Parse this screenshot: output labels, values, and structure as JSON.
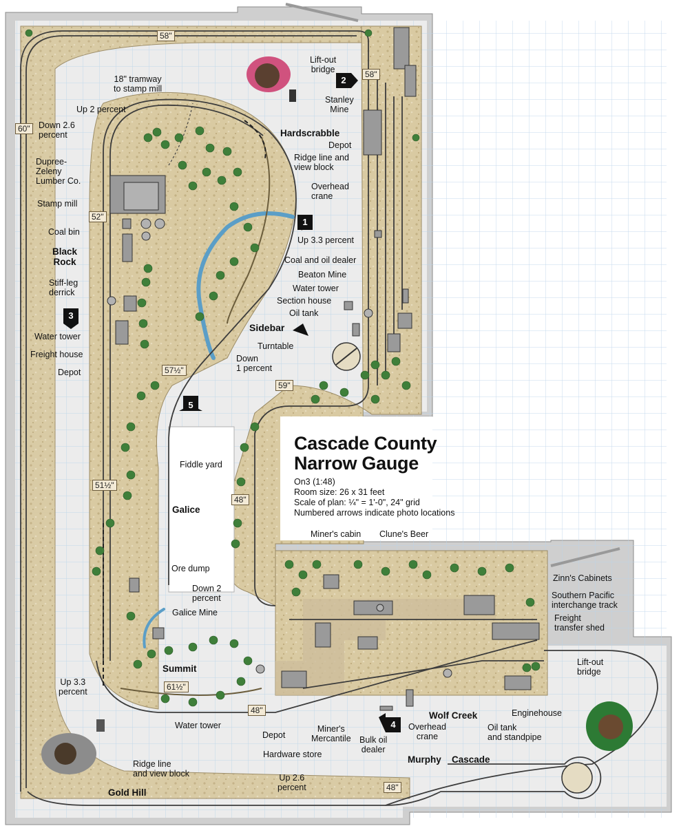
{
  "title": {
    "line1": "Cascade County",
    "line2": "Narrow Gauge"
  },
  "specs": [
    "On3 (1:48)",
    "Room size: 26 x 31 feet",
    "Scale of plan: ¼\" = 1'-0\", 24\" grid",
    "Numbered arrows indicate photo locations"
  ],
  "towns": {
    "hardscrabble": "Hardscrabble",
    "black_rock": "Black\nRock",
    "sidebar": "Sidebar",
    "galice": "Galice",
    "summit": "Summit",
    "wolf_creek": "Wolf Creek",
    "gold_hill": "Gold Hill",
    "murphy": "Murphy",
    "cascade": "Cascade"
  },
  "labels": {
    "lift_out_bridge_top": "Lift-out\nbridge",
    "tramway": "18\" tramway\nto stamp mill",
    "up_2_percent": "Up 2 percent",
    "stanley_mine": "Stanley\nMine",
    "down_26_left": "Down 2.6\npercent",
    "depot_hardscrabble": "Depot",
    "ridge_line_top": "Ridge line and\nview block",
    "dupree_zeleny": "Dupree-\nZeleny\nLumber Co.",
    "overhead_crane_top": "Overhead\ncrane",
    "stamp_mill": "Stamp mill",
    "coal_bin": "Coal bin",
    "up_33_right": "Up 3.3 percent",
    "coal_oil_dealer": "Coal and oil dealer",
    "beaton_mine": "Beaton Mine",
    "water_tower_right": "Water tower",
    "stiff_leg": "Stiff-leg\nderrick",
    "section_house": "Section house",
    "oil_tank": "Oil tank",
    "water_tower_left": "Water tower",
    "turntable": "Turntable",
    "freight_house": "Freight house",
    "down_1_percent": "Down\n1 percent",
    "depot_black_rock": "Depot",
    "fiddle_yard": "Fiddle yard",
    "miners_cabin": "Miner's cabin",
    "clunes_beer": "Clune's Beer",
    "ore_dump": "Ore dump",
    "zinns_cabinets": "Zinn's Cabinets",
    "down_2_percent": "Down 2\npercent",
    "sp_interchange": "Southern Pacific\ninterchange track",
    "galice_mine": "Galice Mine",
    "freight_transfer": "Freight\ntransfer shed",
    "lift_out_bridge_right": "Lift-out\nbridge",
    "up_33_left": "Up 3.3\npercent",
    "enginehouse": "Enginehouse",
    "water_tower_bottom": "Water tower",
    "depot_wolf_creek": "Depot",
    "miners_mercantile": "Miner's\nMercantile",
    "overhead_crane_bottom": "Overhead\ncrane",
    "oil_tank_standpipe": "Oil tank\nand standpipe",
    "ridge_line_bottom": "Ridge line\nand view block",
    "hardware_store": "Hardware store",
    "bulk_oil_dealer": "Bulk oil\ndealer",
    "up_26_bottom": "Up 2.6\npercent"
  },
  "dimensions": {
    "d58_top": "58\"",
    "d58_right": "58\"",
    "d60": "60\"",
    "d52": "52\"",
    "d57_5": "57½\"",
    "d59": "59\"",
    "d48_fiddle": "48\"",
    "d51_5": "51½\"",
    "d61_5": "61½\"",
    "d48_bottom": "48\"",
    "d48_lower": "48\""
  },
  "photo_arrows": [
    "1",
    "2",
    "3",
    "4",
    "5"
  ],
  "colors": {
    "benchwork": "#e9e9e9",
    "wall": "#c9c9c9",
    "grid": "#b8d3ea",
    "scenery": "#d8c9a0",
    "water": "#5b9ec7",
    "trees": "#3f7f3a",
    "track": "#3c3c3c"
  }
}
